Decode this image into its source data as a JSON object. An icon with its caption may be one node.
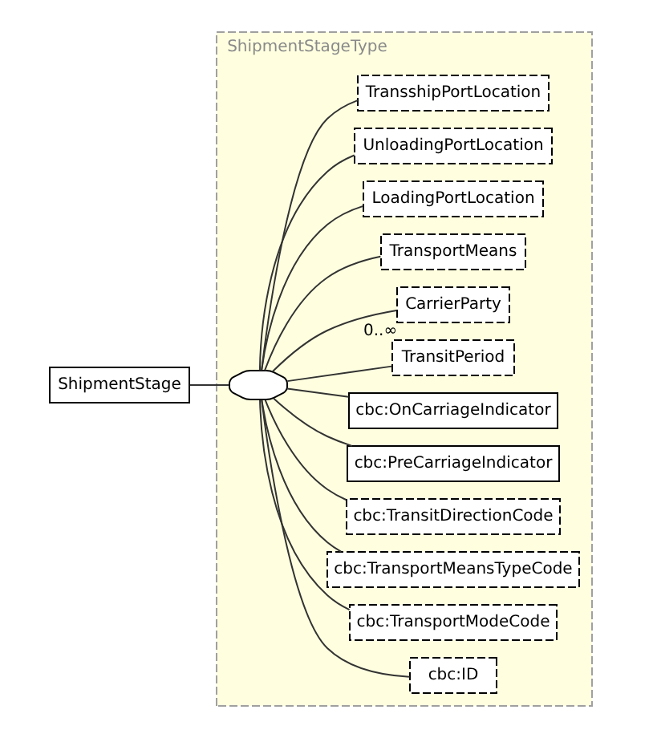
{
  "diagram": {
    "nodes": [
      {
        "text": [
          "ShipmentStageType"
        ]
      },
      {
        "text": [
          "ShipmentStage"
        ]
      },
      {
        "text": [],
        "shape": "box",
        "in": 0
      },
      {
        "text": [
          "cbc:ID"
        ],
        "in": 0
      },
      {
        "text": [
          "cbc:TransportModeCode"
        ],
        "in": 0
      },
      {
        "text": [
          "cbc:TransportMeansTypeCode"
        ],
        "in": 0
      },
      {
        "text": [
          "cbc:TransitDirectionCode"
        ],
        "in": 0
      },
      {
        "text": [
          "cbc:PreCarriageIndicator"
        ],
        "in": 0
      },
      {
        "text": [
          "cbc:OnCarriageIndicator"
        ],
        "in": 0
      },
      {
        "text": [
          "TransitPeriod"
        ],
        "in": 0
      },
      {
        "text": [
          "CarrierParty"
        ],
        "in": 0,
        "beside": [
          "0..∞"
        ]
      },
      {
        "text": [
          "TransportMeans"
        ],
        "in": 0
      },
      {
        "text": [
          "LoadingPortLocation"
        ],
        "in": 0
      },
      {
        "text": [
          "UnloadingPortLocation"
        ],
        "in": 0
      },
      {
        "text": [
          "TransshipPortLocation"
        ],
        "in": 0
      }
    ],
    "edges": [
      {
        "from": 1,
        "to": 2,
        "arrow": "none"
      },
      {
        "from": 2,
        "to": 3,
        "arrow": "none"
      },
      {
        "from": 2,
        "to": 4,
        "arrow": "none"
      },
      {
        "from": 2,
        "to": 5,
        "arrow": "none"
      },
      {
        "from": 2,
        "to": 6,
        "arrow": "none"
      },
      {
        "from": 2,
        "to": 7,
        "arrow": "none"
      },
      {
        "from": 2,
        "to": 8,
        "arrow": "none"
      },
      {
        "from": 2,
        "to": 9,
        "arrow": "none"
      },
      {
        "from": 2,
        "to": 10,
        "arrow": "none"
      },
      {
        "from": 2,
        "to": 11,
        "arrow": "none"
      },
      {
        "from": 2,
        "to": 12,
        "arrow": "none"
      },
      {
        "from": 2,
        "to": 13,
        "arrow": "none"
      },
      {
        "from": 2,
        "to": 14,
        "arrow": "none"
      }
    ]
  }
}
